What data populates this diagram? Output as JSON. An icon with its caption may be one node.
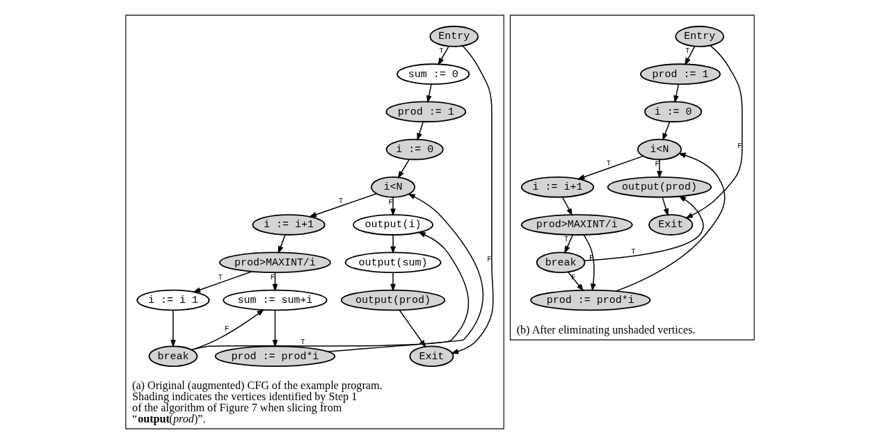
{
  "diagram": {
    "nodes": [
      {
        "text": [
          "(a) Original (augmented) CFG of the example program. Shading indicates the vertices identified by Step 1 of the algorithm of Figure 7 when slicing from “**output**(*prod*)”."
        ]
      },
      {
        "text": [
          "Entry"
        ],
        "in": 0
      },
      {
        "text": [
          "sum := 0"
        ],
        "in": 0
      },
      {
        "text": [
          "prod := 1"
        ],
        "in": 0
      },
      {
        "text": [
          "i := 0"
        ],
        "in": 0
      },
      {
        "text": [
          "i<N"
        ],
        "in": 0
      },
      {
        "text": [
          "i := i+1"
        ],
        "in": 0
      },
      {
        "text": [
          "prod>MAXINT/i"
        ],
        "in": 0
      },
      {
        "text": [
          "output(i)"
        ],
        "in": 0
      },
      {
        "text": [
          "i := i 1"
        ],
        "in": 0
      },
      {
        "text": [
          "sum := sum+i"
        ],
        "in": 0
      },
      {
        "text": [
          "break"
        ],
        "in": 0
      },
      {
        "text": [
          "prod := prod*i"
        ],
        "in": 0
      },
      {
        "text": [
          "output(sum)"
        ],
        "in": 0
      },
      {
        "text": [
          "output(prod)"
        ],
        "in": 0
      },
      {
        "text": [
          "Exit"
        ],
        "in": 0
      },
      {
        "text": [
          "(b) After eliminating unshaded vertices."
        ]
      },
      {
        "text": [
          "Entry"
        ],
        "in": 16
      },
      {
        "text": [
          "prod := 1"
        ],
        "in": 16
      },
      {
        "text": [
          "i := 0"
        ],
        "in": 16
      },
      {
        "text": [
          "i<N"
        ],
        "in": 16
      },
      {
        "text": [
          "i := i+1"
        ],
        "in": 16
      },
      {
        "text": [
          "prod>MAXINT/i"
        ],
        "in": 16
      },
      {
        "text": [
          "output(prod)"
        ],
        "in": 16
      },
      {
        "text": [
          "break"
        ],
        "in": 16
      },
      {
        "text": [
          "prod := prod*i"
        ],
        "in": 16
      },
      {
        "text": [
          "Exit"
        ],
        "in": 16
      }
    ],
    "edges": [
      {
        "from": 1,
        "to": 2,
        "arrow": "to",
        "label": "T"
      },
      {
        "from": 1,
        "to": 15,
        "arrow": "to",
        "label": "F"
      },
      {
        "from": 2,
        "to": 3,
        "arrow": "to"
      },
      {
        "from": 3,
        "to": 4,
        "arrow": "to"
      },
      {
        "from": 4,
        "to": 5,
        "arrow": "to"
      },
      {
        "from": 5,
        "to": 6,
        "arrow": "to",
        "label": "T"
      },
      {
        "from": 5,
        "to": 8,
        "arrow": "to",
        "label": "F"
      },
      {
        "from": 6,
        "to": 7,
        "arrow": "to"
      },
      {
        "from": 7,
        "to": 9,
        "arrow": "to",
        "label": "T"
      },
      {
        "from": 7,
        "to": 10,
        "arrow": "to",
        "label": "F"
      },
      {
        "from": 9,
        "to": 11,
        "arrow": "to"
      },
      {
        "from": 11,
        "to": 10,
        "arrow": "to",
        "label": "F"
      },
      {
        "from": 11,
        "to": 8,
        "arrow": "to",
        "label": "T"
      },
      {
        "from": 10,
        "to": 12,
        "arrow": "to"
      },
      {
        "from": 12,
        "to": 5,
        "arrow": "to"
      },
      {
        "from": 8,
        "to": 13,
        "arrow": "to"
      },
      {
        "from": 13,
        "to": 14,
        "arrow": "to"
      },
      {
        "from": 14,
        "to": 15,
        "arrow": "to"
      },
      {
        "from": 17,
        "to": 18,
        "arrow": "to",
        "label": "T"
      },
      {
        "from": 17,
        "to": 26,
        "arrow": "to",
        "label": "F"
      },
      {
        "from": 18,
        "to": 19,
        "arrow": "to"
      },
      {
        "from": 19,
        "to": 20,
        "arrow": "to"
      },
      {
        "from": 20,
        "to": 21,
        "arrow": "to",
        "label": "T"
      },
      {
        "from": 20,
        "to": 23,
        "arrow": "to",
        "label": "F"
      },
      {
        "from": 21,
        "to": 22,
        "arrow": "to"
      },
      {
        "from": 22,
        "to": 24,
        "arrow": "to",
        "label": "T"
      },
      {
        "from": 22,
        "to": 25,
        "arrow": "to",
        "label": "F"
      },
      {
        "from": 24,
        "to": 23,
        "arrow": "to",
        "label": "T"
      },
      {
        "from": 24,
        "to": 25,
        "arrow": "to",
        "label": "F"
      },
      {
        "from": 25,
        "to": 20,
        "arrow": "to"
      },
      {
        "from": 23,
        "to": 26,
        "arrow": "to"
      }
    ]
  }
}
